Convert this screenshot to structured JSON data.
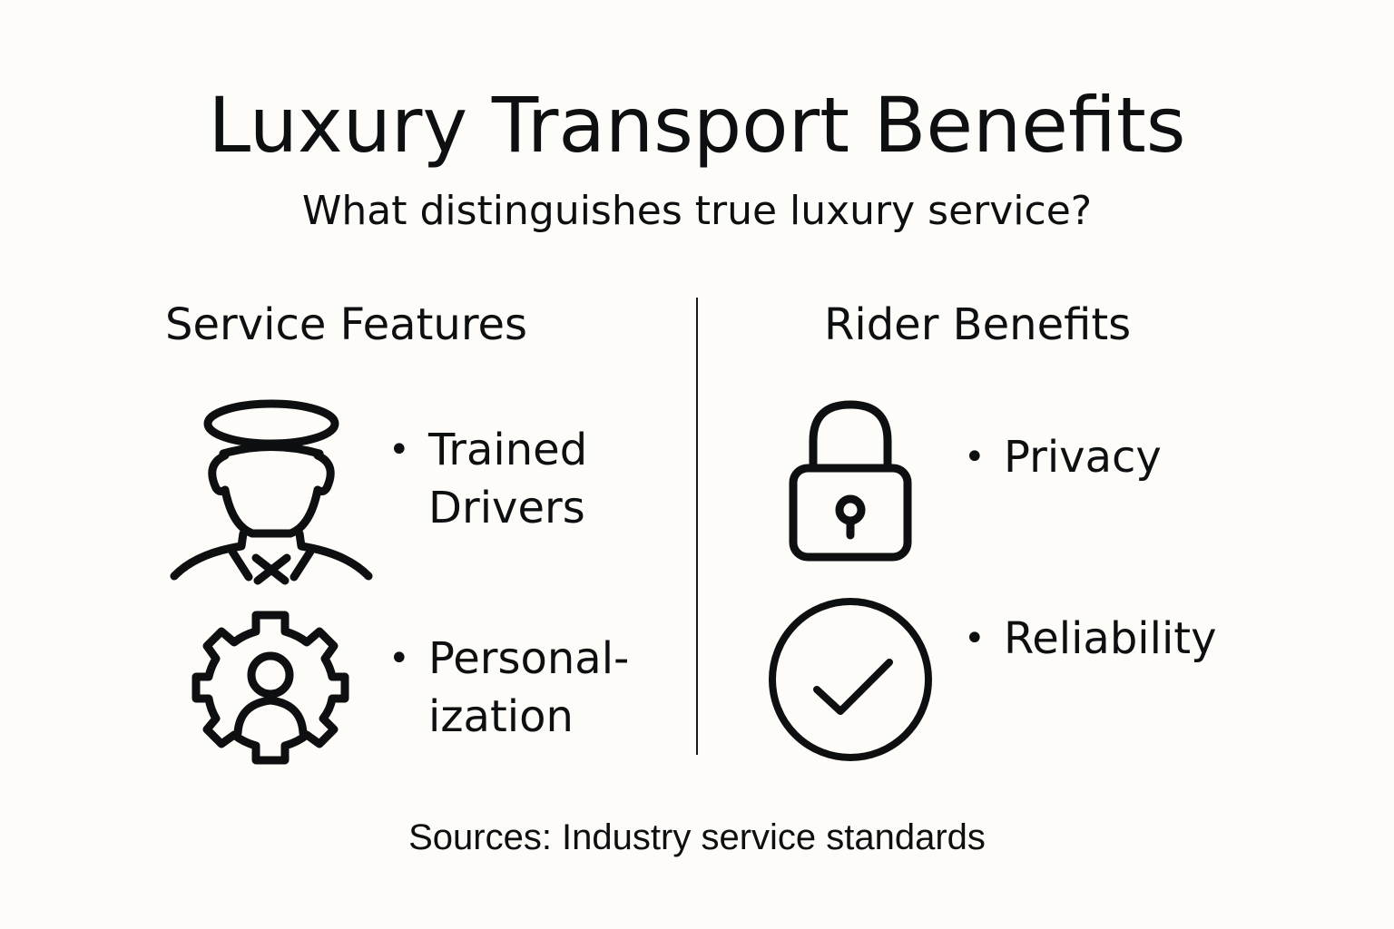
{
  "title": "Luxury Transport Benefits",
  "subtitle": "What distinguishes true luxury service?",
  "left_column": {
    "heading": "Service Features",
    "items": [
      {
        "icon": "chauffeur-icon",
        "line1": "Trained",
        "line2": "Drivers"
      },
      {
        "icon": "gear-user-icon",
        "line1": "Personal-",
        "line2": "ization"
      }
    ]
  },
  "right_column": {
    "heading": "Rider Benefits",
    "items": [
      {
        "icon": "padlock-icon",
        "line1": "Privacy"
      },
      {
        "icon": "check-circle-icon",
        "line1": "Reliability"
      }
    ]
  },
  "bullet_glyph": "•",
  "footer": "Sources: Industry service standards",
  "colors": {
    "background": "#fdfcf8",
    "ink": "#0d0f10"
  }
}
